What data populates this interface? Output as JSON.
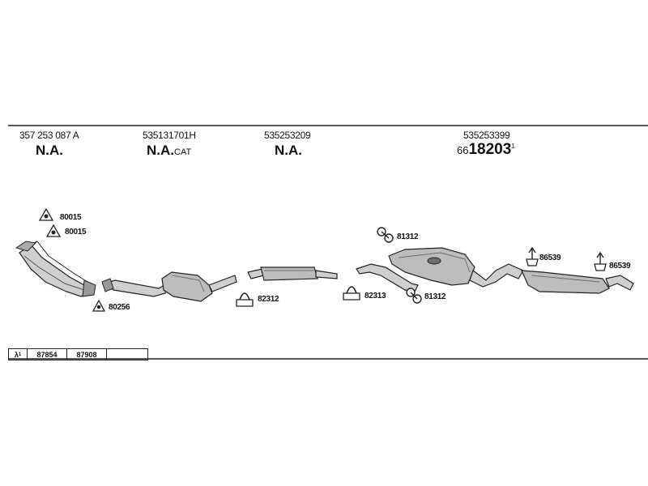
{
  "parts": [
    {
      "number": "357 253 087 A",
      "label": "N.A.",
      "suffix": ""
    },
    {
      "number": "535131701H",
      "label": "N.A.",
      "suffix": "CAT"
    },
    {
      "number": "535253209",
      "label": "N.A.",
      "suffix": ""
    },
    {
      "number": "535253399",
      "prefix": "66",
      "label": "18203",
      "sup": "1"
    }
  ],
  "fittings": [
    {
      "code": "80015"
    },
    {
      "code": "80015"
    },
    {
      "code": "80256"
    },
    {
      "code": "82312"
    },
    {
      "code": "82313"
    },
    {
      "code": "81312"
    },
    {
      "code": "81312"
    },
    {
      "code": "86539"
    },
    {
      "code": "86539"
    }
  ],
  "legend": {
    "symbol": "λ",
    "symbol_sup": "1",
    "codes": [
      "87854",
      "87908"
    ]
  },
  "colors": {
    "line": "#222222",
    "part_fill": "#bdbdbd",
    "part_dark": "#6e6e6e"
  }
}
